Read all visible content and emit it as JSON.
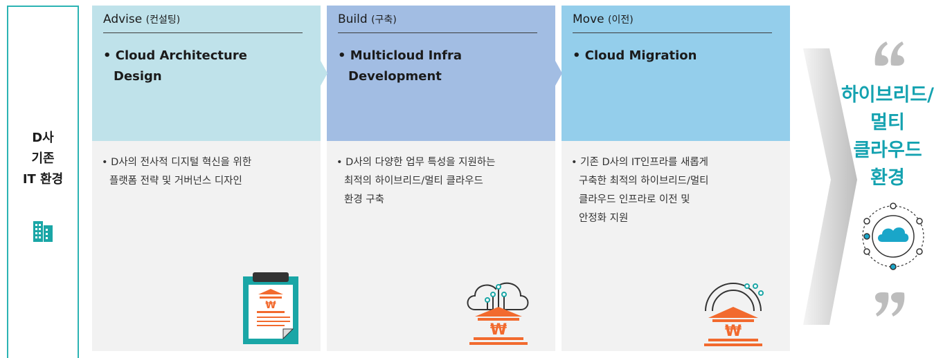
{
  "left": {
    "lines": [
      "D사",
      "기존",
      "IT 환경"
    ],
    "icon": "building-icon"
  },
  "steps": [
    {
      "label": "Advise",
      "label_sub": "(컨설팅)",
      "headline": [
        "• Cloud Architecture",
        "Design"
      ],
      "body": [
        "• D사의 전사적 디지털 혁신을 위한",
        "플랫폼 전략 및 거버넌스 디자인"
      ],
      "icon": "clipboard-won-icon",
      "color": "#bfe2ea"
    },
    {
      "label": "Build",
      "label_sub": "(구축)",
      "headline": [
        "• Multicloud Infra",
        "Development"
      ],
      "body": [
        "• D사의 다양한 업무 특성을 지원하는",
        "최적의 하이브리드/멀티 클라우드",
        "환경 구축"
      ],
      "icon": "cloud-bank-icon",
      "color": "#a2bde3"
    },
    {
      "label": "Move",
      "label_sub": "(이전)",
      "headline": [
        "• Cloud Migration"
      ],
      "body": [
        "• 기존 D사의 IT인프라를 새롭게",
        "구축한 최적의 하이브리드/멀티",
        "클라우드 인프라로 이전 및",
        "안정화 지원"
      ],
      "icon": "orbit-bank-icon",
      "color": "#94ceeb"
    }
  ],
  "result": {
    "lines": [
      "하이브리드/",
      "멀티",
      "클라우드",
      "환경"
    ],
    "color": "#14a2b0",
    "icons": [
      "open-quote-icon",
      "cloud-network-icon",
      "close-quote-icon"
    ]
  }
}
